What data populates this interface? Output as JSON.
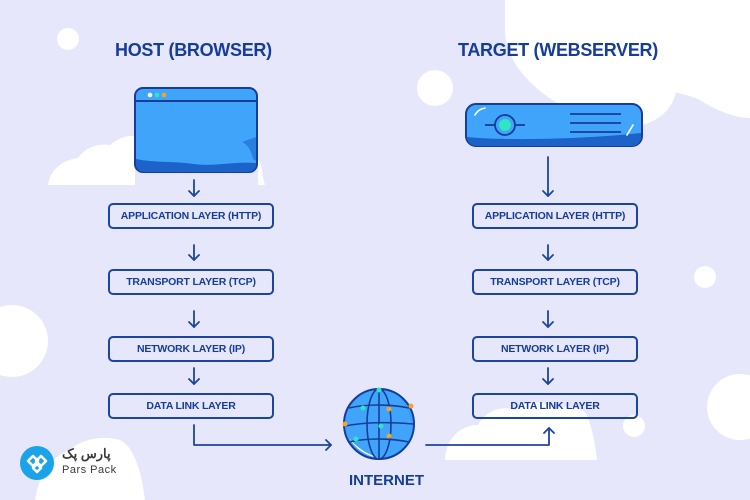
{
  "diagram": {
    "host": {
      "title": "HOST (BROWSER)",
      "icon": "browser-window-icon",
      "layers": [
        "APPLICATION LAYER (HTTP)",
        "TRANSPORT LAYER (TCP)",
        "NETWORK LAYER (IP)",
        "DATA LINK LAYER"
      ]
    },
    "target": {
      "title": "TARGET (WEBSERVER)",
      "icon": "server-icon",
      "layers": [
        "APPLICATION LAYER (HTTP)",
        "TRANSPORT LAYER (TCP)",
        "NETWORK LAYER (IP)",
        "DATA LINK LAYER"
      ]
    },
    "internet": {
      "label": "INTERNET",
      "icon": "globe-icon"
    },
    "flow": {
      "host_direction": "down",
      "target_direction": "up",
      "path": "host data link layer -> internet -> target data link layer"
    }
  },
  "brand": {
    "name_fa": "پارس پک",
    "name_en": "Pars Pack",
    "icon": "parspack-logo-icon"
  },
  "colors": {
    "background": "#e7e7fb",
    "primary_text": "#163d99",
    "border": "#1c45a0",
    "device_fill": "#40a4fb",
    "accent_teal": "#2ee6c0",
    "accent_orange": "#f5a623",
    "logo": "#1aa3e8"
  }
}
